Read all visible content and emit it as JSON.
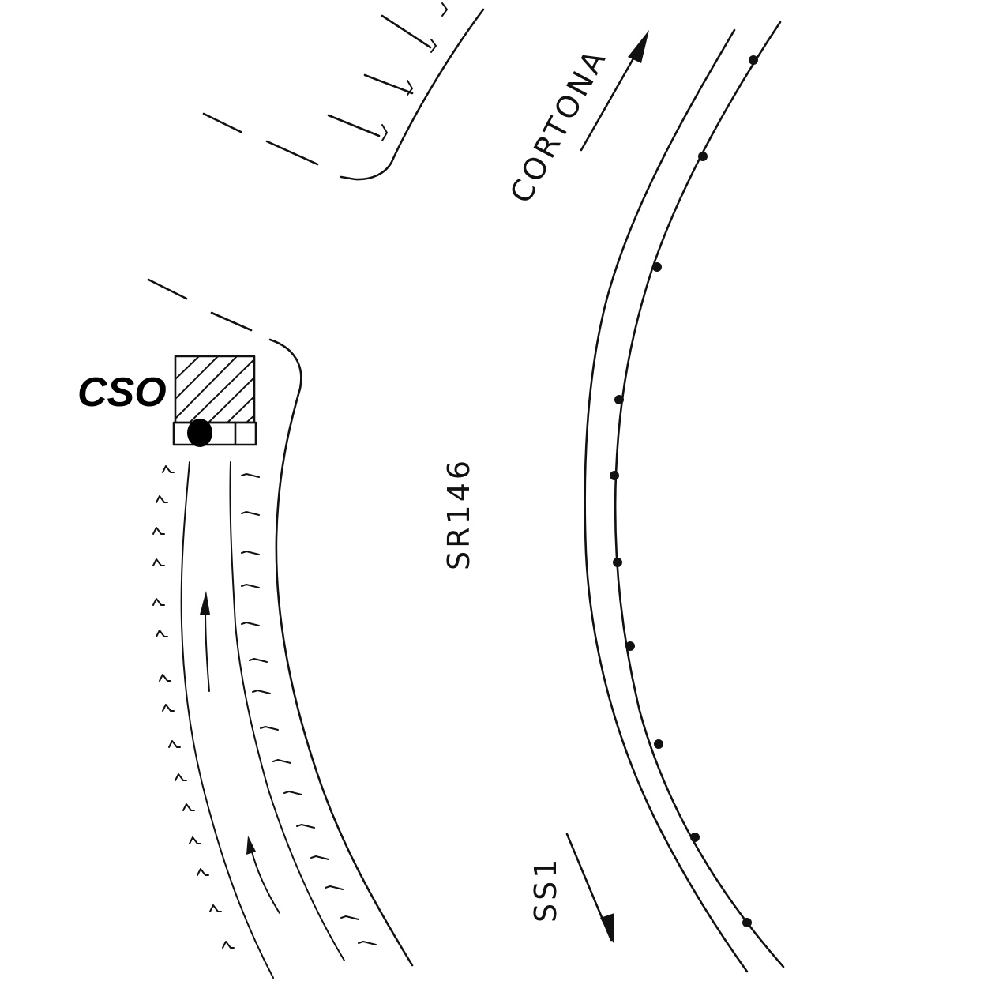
{
  "labels": {
    "cso": "CSO",
    "road_name": "SR146",
    "direction_north": "CORTONA",
    "direction_south": "SS1"
  },
  "colors": {
    "ink": "#111111",
    "background": "#ffffff",
    "label": "#000000"
  }
}
